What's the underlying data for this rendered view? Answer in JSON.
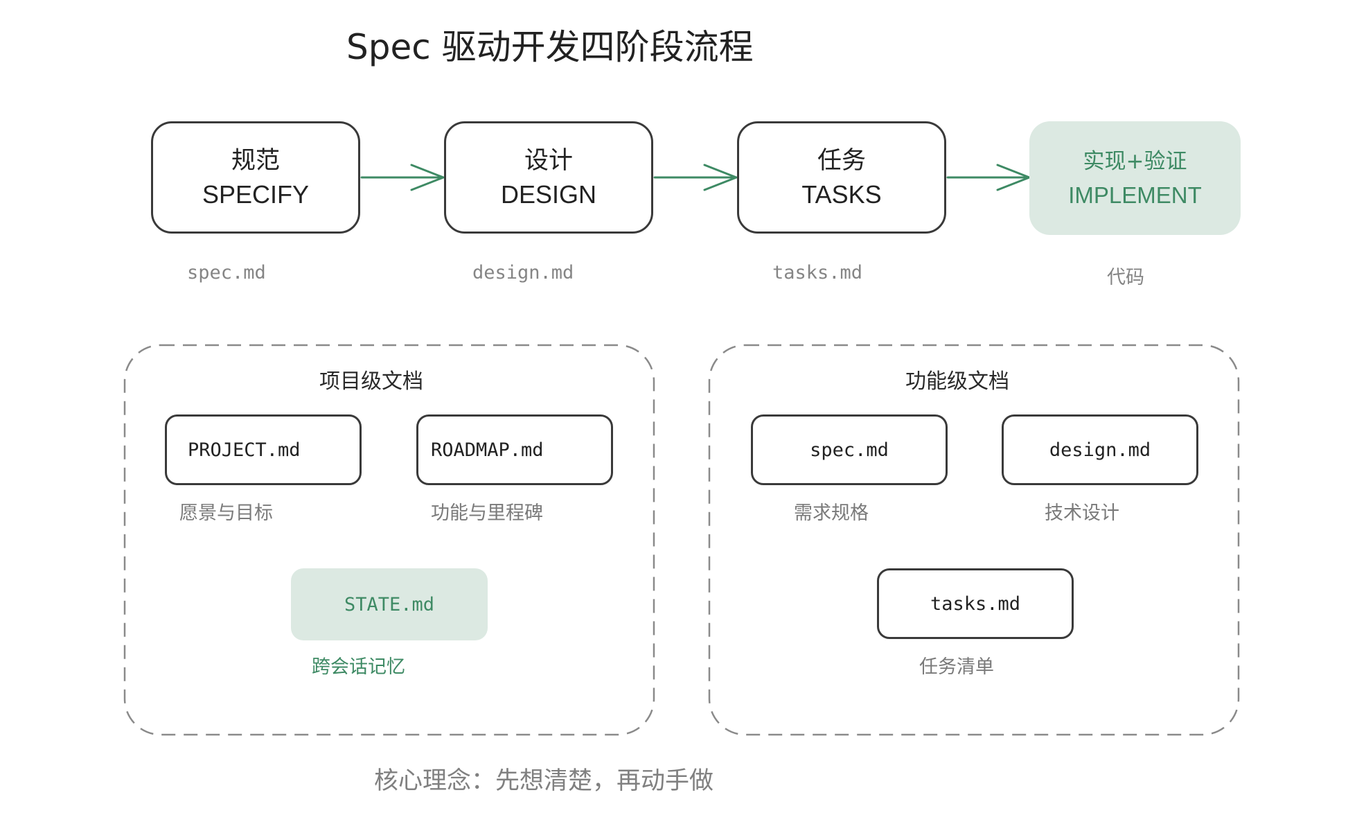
{
  "title": "Spec 驱动开发四阶段流程",
  "colors": {
    "accent_green": "#3e8a64",
    "accent_fill": "#dce9e2",
    "box_border": "#3a3a3a",
    "muted_text": "#858585",
    "dashed_border": "#8a8a8a"
  },
  "stages": [
    {
      "zh": "规范",
      "en": "SPECIFY",
      "output": "spec.md"
    },
    {
      "zh": "设计",
      "en": "DESIGN",
      "output": "design.md"
    },
    {
      "zh": "任务",
      "en": "TASKS",
      "output": "tasks.md"
    },
    {
      "zh": "实现+验证",
      "en": "IMPLEMENT",
      "output": "代码"
    }
  ],
  "groups": [
    {
      "title": "项目级文档",
      "docs": [
        {
          "name": "PROJECT.md",
          "caption": "愿景与目标"
        },
        {
          "name": "ROADMAP.md",
          "caption": "功能与里程碑"
        },
        {
          "name": "STATE.md",
          "caption": "跨会话记忆"
        }
      ]
    },
    {
      "title": "功能级文档",
      "docs": [
        {
          "name": "spec.md",
          "caption": "需求规格"
        },
        {
          "name": "design.md",
          "caption": "技术设计"
        },
        {
          "name": "tasks.md",
          "caption": "任务清单"
        }
      ]
    }
  ],
  "footer": "核心理念：先想清楚，再动手做"
}
